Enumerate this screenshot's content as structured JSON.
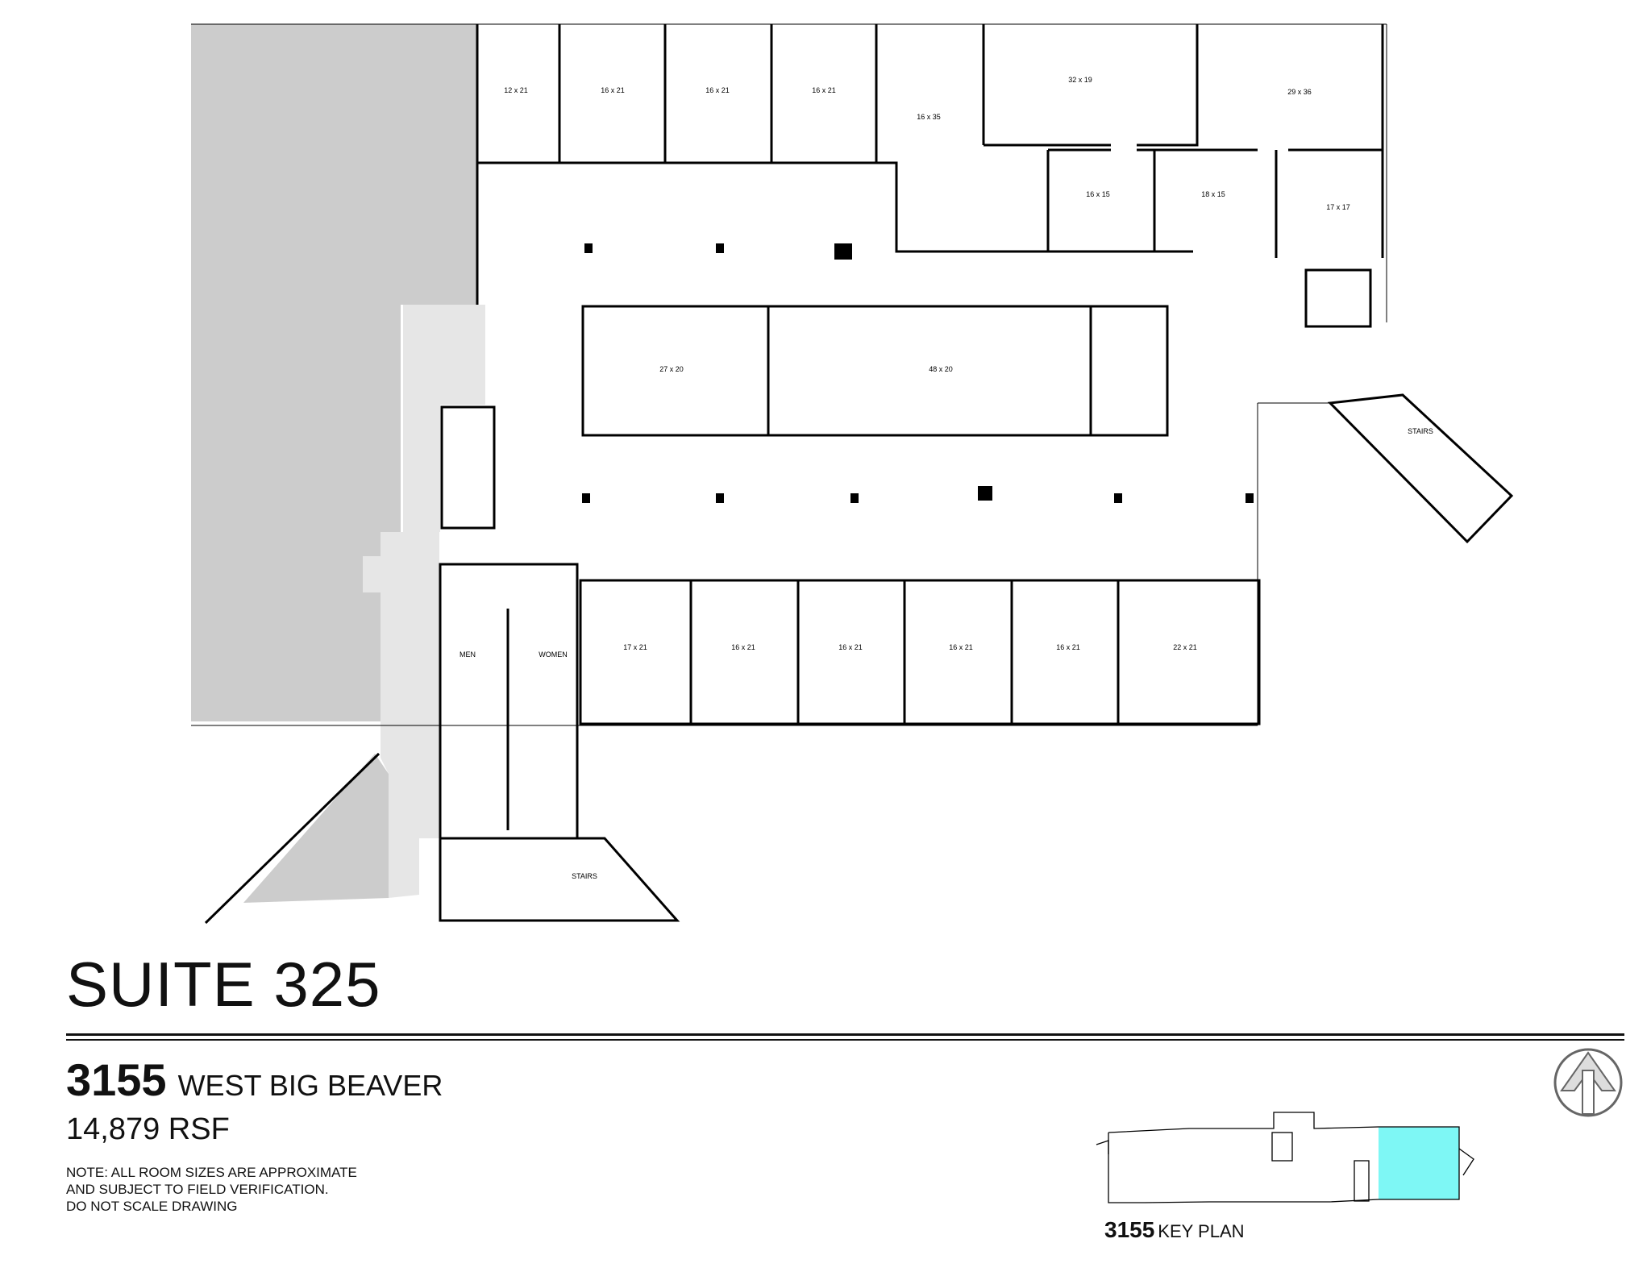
{
  "suite_title": "SUITE 325",
  "building": {
    "number": "3155",
    "street": "WEST BIG BEAVER"
  },
  "area": "14,879 RSF",
  "note": [
    "NOTE: ALL ROOM SIZES ARE APPROXIMATE",
    "AND SUBJECT TO FIELD VERIFICATION.",
    "DO NOT SCALE DRAWING"
  ],
  "key_plan": {
    "number": "3155",
    "label": "KEY PLAN",
    "highlight_color": "#7ef7f5"
  },
  "colors": {
    "wall": "#000000",
    "shaded_area": "#cccccc",
    "corridor": "#e6e6e6"
  },
  "rooms": {
    "top_1": "12 x 21",
    "top_2": "16 x 21",
    "top_3": "16 x 21",
    "top_4": "16 x 21",
    "top_5": "16 x 35",
    "top_6": "32 x 19",
    "top_7": "29 x 36",
    "mid_1": "16 x 15",
    "mid_2": "18 x 15",
    "mid_3": "17 x 17",
    "center_1": "27 x 20",
    "center_2": "48 x 20",
    "bottom_1": "17 x 21",
    "bottom_2": "16 x 21",
    "bottom_3": "16 x 21",
    "bottom_4": "16 x 21",
    "bottom_5": "16 x 21",
    "bottom_6": "22 x 21"
  },
  "labels": {
    "men": "MEN",
    "women": "WOMEN",
    "stairs_left": "STAIRS",
    "stairs_right": "STAIRS"
  },
  "icons": {
    "north": "north-arrow-icon"
  }
}
